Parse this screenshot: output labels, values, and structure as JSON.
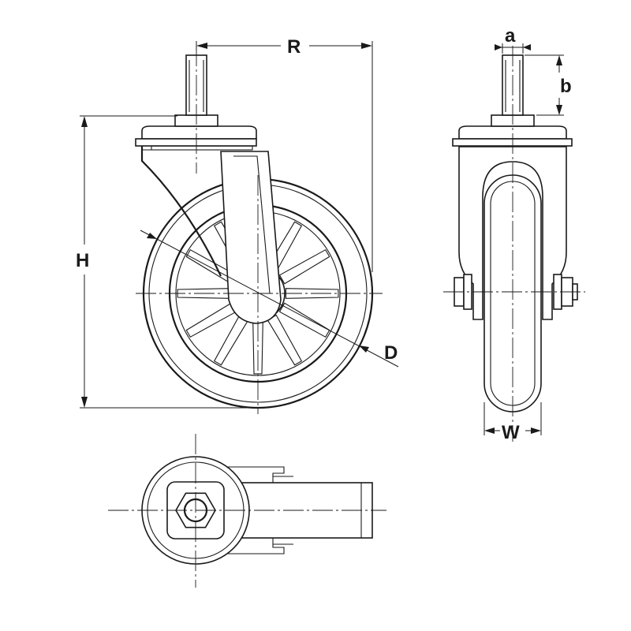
{
  "labels": {
    "radius": "R",
    "height": "H",
    "diameter": "D",
    "width": "W",
    "stem_diameter": "a",
    "stem_length": "b"
  }
}
